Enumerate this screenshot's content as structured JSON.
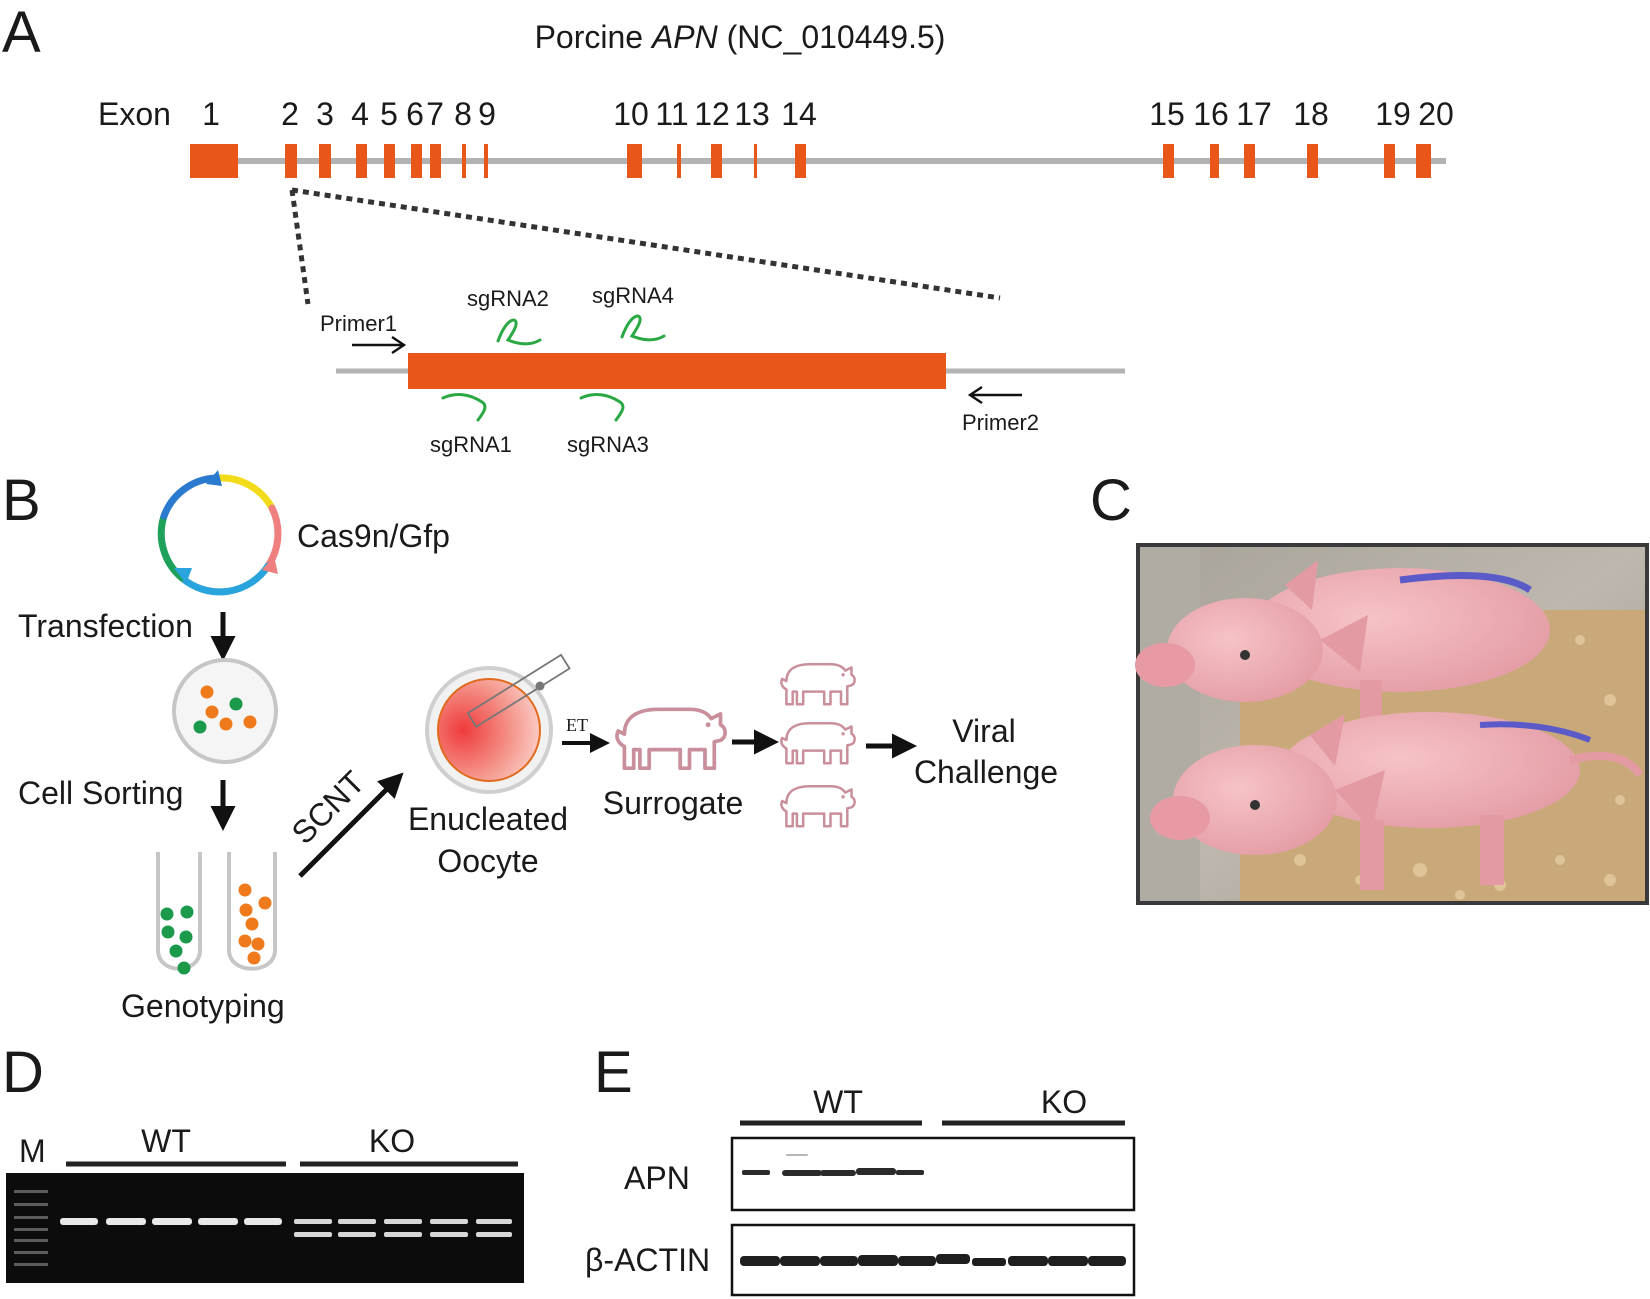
{
  "panels": {
    "A": {
      "letter": "A",
      "title_prefix": "Porcine ",
      "title_gene": "APN",
      "title_suffix": " (NC_010449.5)",
      "exon_label": "Exon",
      "exons": [
        {
          "label": "1"
        },
        {
          "label": "2"
        },
        {
          "label": "3"
        },
        {
          "label": "4"
        },
        {
          "label": "5"
        },
        {
          "label": "6"
        },
        {
          "label": "7"
        },
        {
          "label": "8"
        },
        {
          "label": "9"
        },
        {
          "label": "10"
        },
        {
          "label": "11"
        },
        {
          "label": "12"
        },
        {
          "label": "13"
        },
        {
          "label": "14"
        },
        {
          "label": "15"
        },
        {
          "label": "16"
        },
        {
          "label": "17"
        },
        {
          "label": "18"
        },
        {
          "label": "19"
        },
        {
          "label": "20"
        }
      ],
      "primer1": "Primer1",
      "primer2": "Primer2",
      "sgrnas": [
        "sgRNA1",
        "sgRNA2",
        "sgRNA3",
        "sgRNA4"
      ]
    },
    "B": {
      "letter": "B",
      "plasmid": "Cas9n/Gfp",
      "transfection": "Transfection",
      "cell_sorting": "Cell Sorting",
      "genotyping": "Genotyping",
      "scnt": "SCNT",
      "oocyte_line1": "Enucleated",
      "oocyte_line2": "Oocyte",
      "et": "ET",
      "surrogate": "Surrogate",
      "viral1": "Viral",
      "viral2": "Challenge"
    },
    "C": {
      "letter": "C"
    },
    "D": {
      "letter": "D",
      "marker": "M",
      "wt": "WT",
      "ko": "KO"
    },
    "E": {
      "letter": "E",
      "wt": "WT",
      "ko": "KO",
      "row1": "APN",
      "row2": "β-ACTIN"
    }
  },
  "colors": {
    "exon": "#e8561a",
    "line": "#b3b3b3",
    "sgrna": "#2aa844",
    "dot_green": "#1a9a4a",
    "dot_orange": "#ee7a1c",
    "pig": "#c98f9a"
  }
}
